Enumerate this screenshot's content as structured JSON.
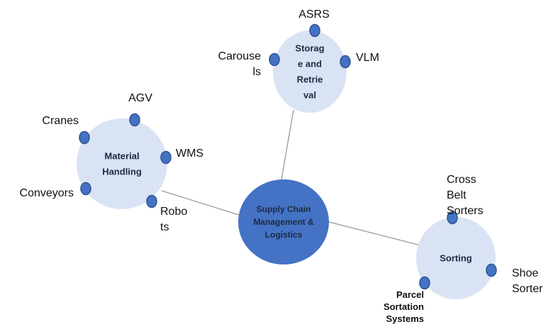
{
  "diagram": {
    "title": "Supply Chain Management & Logistics",
    "colors": {
      "center_fill": "#4472c4",
      "category_fill": "#dae3f3",
      "dot_fill": "#4472c4",
      "dot_stroke": "#2f528f",
      "connector": "#999999"
    },
    "center": {
      "lines": [
        "Supply Chain",
        "Management &",
        "Logistics"
      ]
    },
    "categories": [
      {
        "id": "storage",
        "lines": [
          "Storag",
          "e and",
          "Retrie",
          "val"
        ],
        "items": [
          {
            "id": "asrs",
            "lines": [
              "ASRS"
            ]
          },
          {
            "id": "carousels",
            "lines": [
              "Carouse",
              "ls"
            ]
          },
          {
            "id": "vlm",
            "lines": [
              "VLM"
            ]
          }
        ]
      },
      {
        "id": "material-handling",
        "lines": [
          "Material",
          "Handling"
        ],
        "items": [
          {
            "id": "agv",
            "lines": [
              "AGV"
            ]
          },
          {
            "id": "cranes",
            "lines": [
              "Cranes"
            ]
          },
          {
            "id": "wms",
            "lines": [
              "WMS"
            ]
          },
          {
            "id": "conveyors",
            "lines": [
              "Conveyors"
            ]
          },
          {
            "id": "robots",
            "lines": [
              "Robo",
              "ts"
            ]
          }
        ]
      },
      {
        "id": "sorting",
        "lines": [
          "Sorting"
        ],
        "items": [
          {
            "id": "cross-belt-sorters",
            "lines": [
              "Cross",
              "Belt",
              "Sorters"
            ]
          },
          {
            "id": "shoe-sorter",
            "lines": [
              "Shoe",
              "Sorter"
            ]
          },
          {
            "id": "parcel-sortation-systems",
            "lines": [
              "Parcel",
              "Sortation",
              "Systems"
            ],
            "bold": true
          }
        ]
      }
    ]
  }
}
